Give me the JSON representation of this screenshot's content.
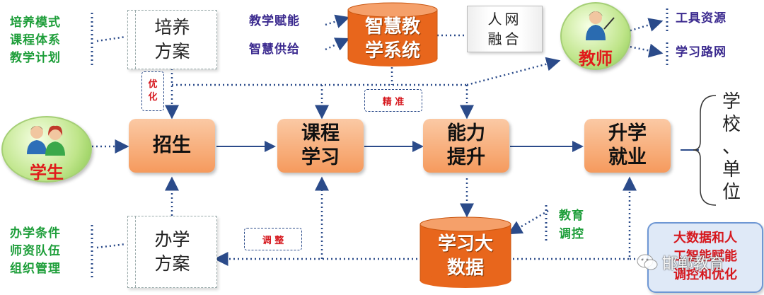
{
  "left_top_list": [
    "培养模式",
    "课程体系",
    "教学计划"
  ],
  "left_bottom_list": [
    "办学条件",
    "师资队伍",
    "组织管理"
  ],
  "plan_top": "培养\n方案",
  "plan_bottom": "办学\n方案",
  "tag_optimize": "优\n化",
  "tag_precise": "精 准",
  "tag_adjust": "调 整",
  "student_label": "学生",
  "teacher_label": "教师",
  "nodes": {
    "enroll": "招生",
    "course": "课程\n学习",
    "ability": "能力\n提升",
    "employment": "升学\n就业"
  },
  "smart_system": "智慧教\n学系统",
  "big_data": "学习大\n数据",
  "smart_inputs": [
    "教学赋能",
    "智慧供给"
  ],
  "human_net": "人网\n融合",
  "teacher_outputs": [
    "工具资源",
    "学习路网"
  ],
  "edu_control": "教育\n调控",
  "destination": "学\n校\n、\n单\n位",
  "bigdata_note": "大数据和人\n工智能赋能\n调控和优化",
  "watermark": "邯郸教育",
  "colors": {
    "accent_orange": "#e8661c",
    "node_orange": "#f59a5d",
    "arrow_blue": "#2b4b8a",
    "label_green": "#1e9e3a",
    "label_purple": "#3b2a8f",
    "label_red": "#d6181e"
  }
}
